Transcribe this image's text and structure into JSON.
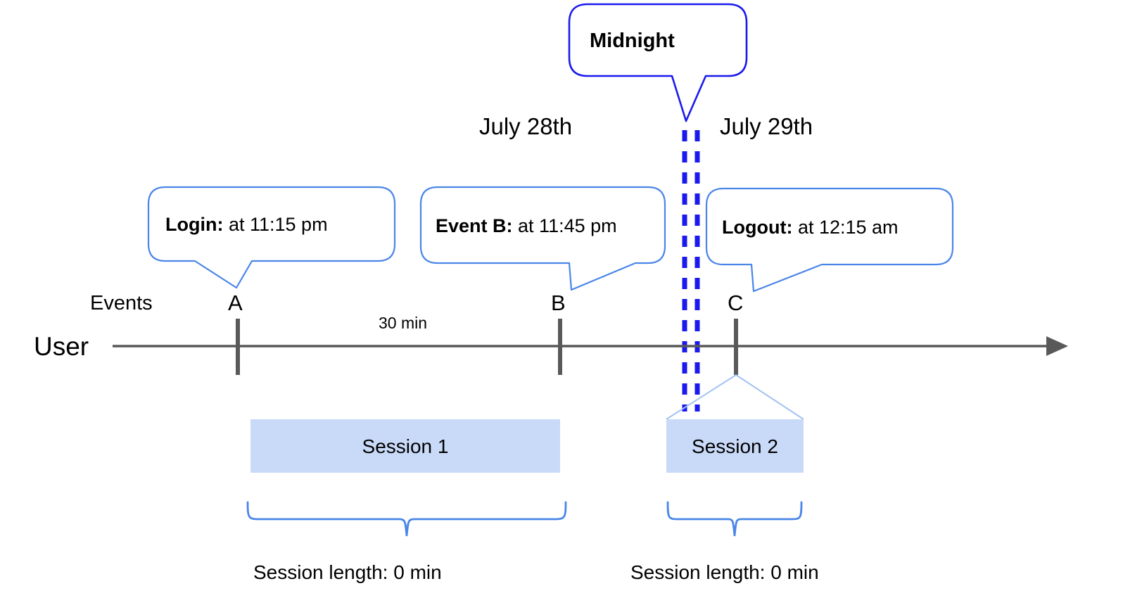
{
  "diagram": {
    "title_callout": {
      "label": "Midnight"
    },
    "date_labels": [
      {
        "name": "date-july-28",
        "text": "July 28th"
      },
      {
        "name": "date-july-29",
        "text": "July 29th"
      }
    ],
    "event_callouts": [
      {
        "name": "callout-login",
        "bold": "Login:",
        "rest": " at 11:15 pm"
      },
      {
        "name": "callout-event-b",
        "bold": "Event B:",
        "rest": " at 11:45 pm"
      },
      {
        "name": "callout-logout",
        "bold": "Logout:",
        "rest": " at 12:15 am"
      }
    ],
    "axis": {
      "row_label_events": "Events",
      "row_label_user": "User",
      "gap_label": "30 min"
    },
    "event_points": [
      {
        "name": "point-a",
        "label": "A"
      },
      {
        "name": "point-b",
        "label": "B"
      },
      {
        "name": "point-c",
        "label": "C"
      }
    ],
    "sessions": [
      {
        "name": "session-1",
        "label": "Session 1",
        "length": "Session length: 0 min"
      },
      {
        "name": "session-2",
        "label": "Session 2",
        "length": "Session length: 0 min"
      }
    ],
    "colors": {
      "midnight_border": "#1a1aee",
      "midnight_dashes": "#1a1aee",
      "callout_border": "#4a86e8",
      "session_fill": "#c9daf8",
      "brace": "#4a86e8",
      "axis": "#595959"
    }
  }
}
